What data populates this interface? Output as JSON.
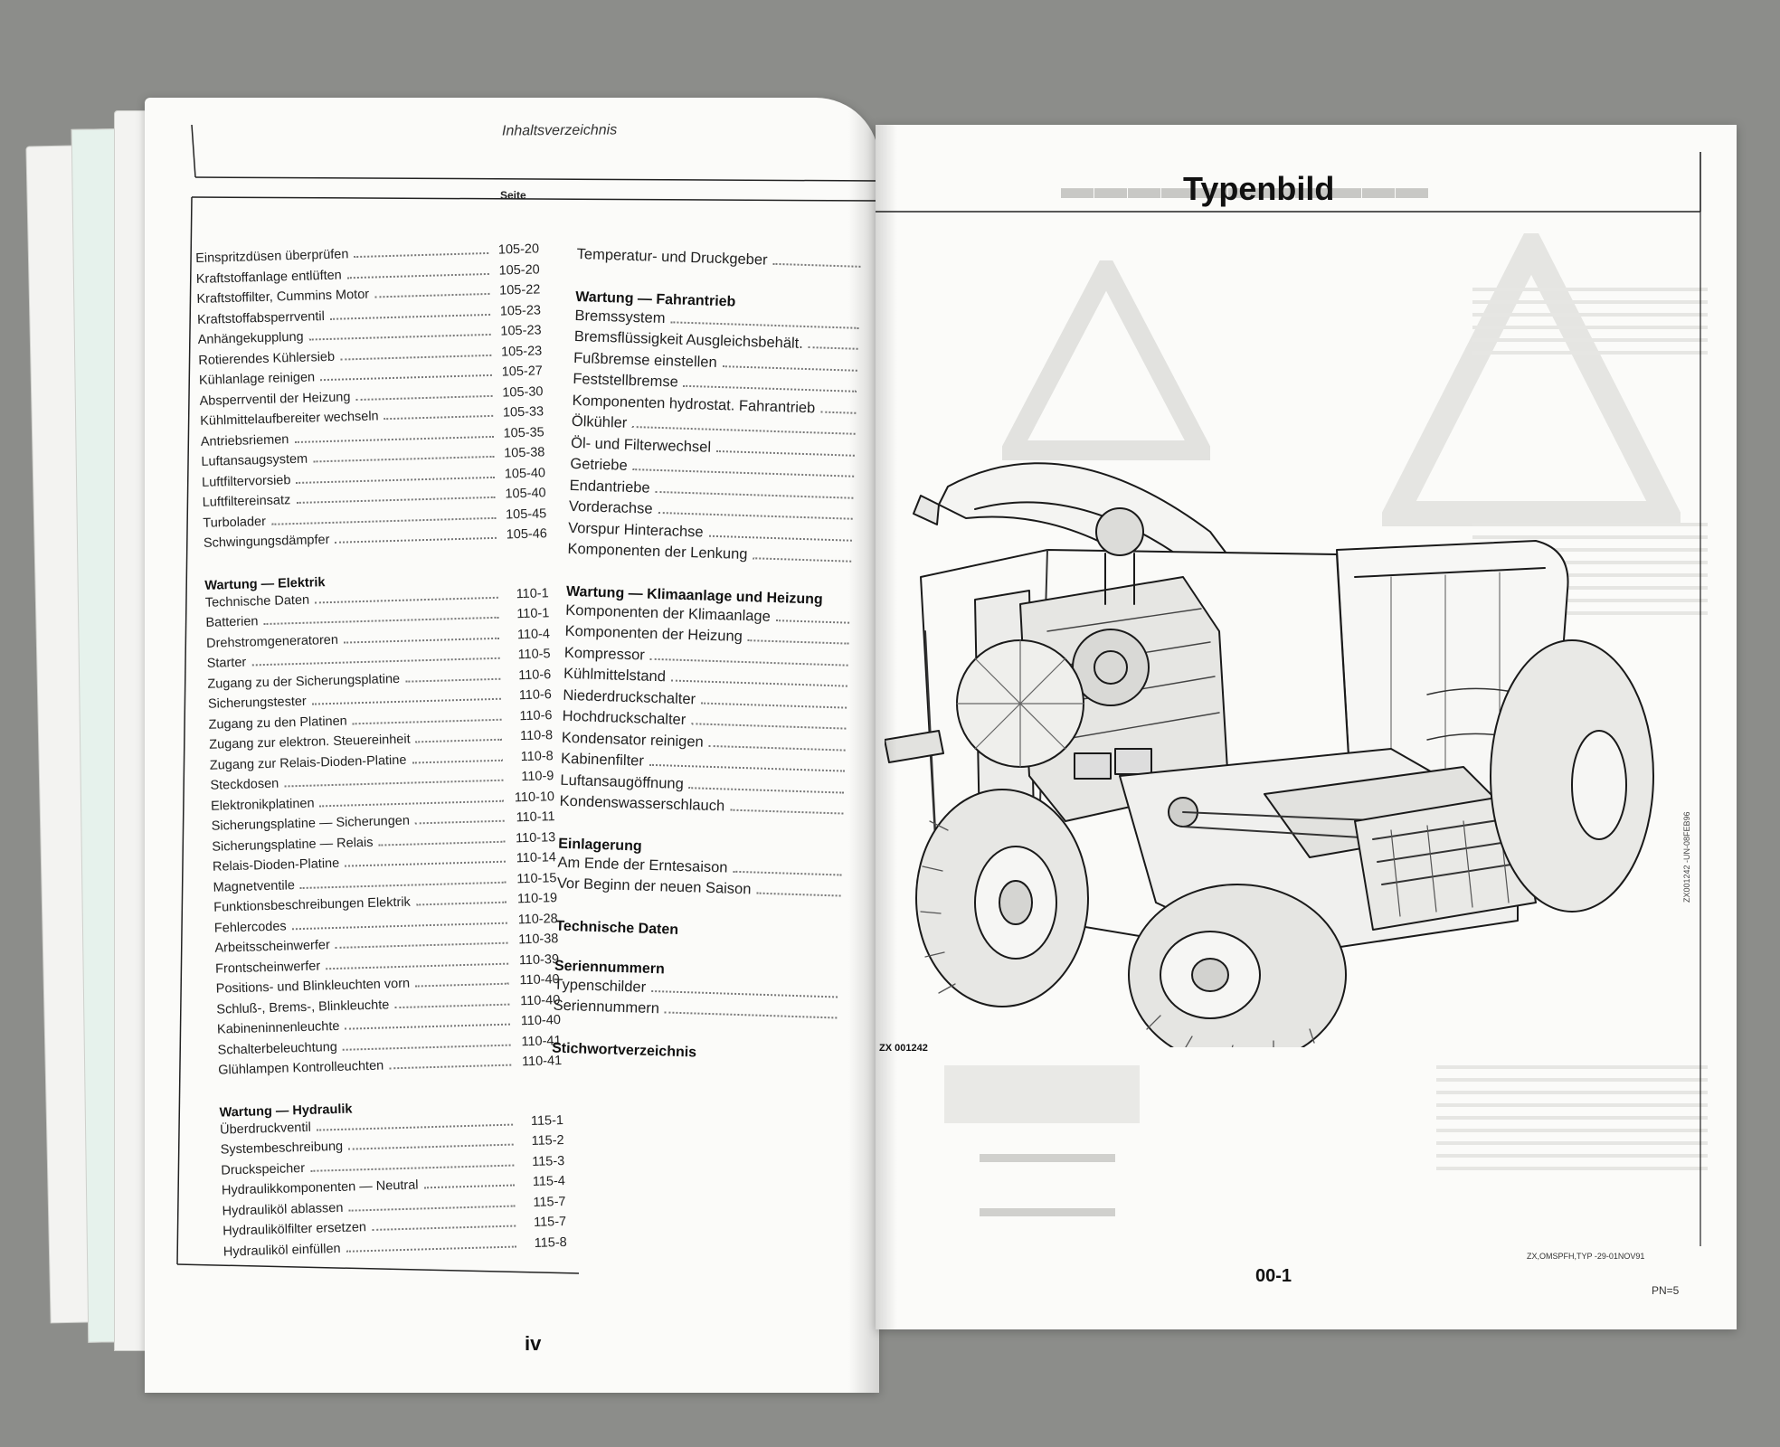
{
  "left_page": {
    "header": "Inhaltsverzeichnis",
    "column_header": "Seite",
    "footer_page": "iv",
    "column1": [
      {
        "title": "",
        "entries": [
          {
            "text": "Einspritzdüsen überprüfen",
            "page": "105-20"
          },
          {
            "text": "Kraftstoffanlage entlüften",
            "page": "105-20"
          },
          {
            "text": "Kraftstoffilter, Cummins Motor",
            "page": "105-22"
          },
          {
            "text": "Kraftstoffabsperrventil",
            "page": "105-23"
          },
          {
            "text": "Anhängekupplung",
            "page": "105-23"
          },
          {
            "text": "Rotierendes Kühlersieb",
            "page": "105-23"
          },
          {
            "text": "Kühlanlage reinigen",
            "page": "105-27"
          },
          {
            "text": "Absperrventil der Heizung",
            "page": "105-30"
          },
          {
            "text": "Kühlmittelaufbereiter wechseln",
            "page": "105-33"
          },
          {
            "text": "Antriebsriemen",
            "page": "105-35"
          },
          {
            "text": "Luftansaugsystem",
            "page": "105-38"
          },
          {
            "text": "Luftfiltervorsieb",
            "page": "105-40"
          },
          {
            "text": "Luftfiltereinsatz",
            "page": "105-40"
          },
          {
            "text": "Turbolader",
            "page": "105-45"
          },
          {
            "text": "Schwingungsdämpfer",
            "page": "105-46"
          }
        ]
      },
      {
        "title": "Wartung — Elektrik",
        "entries": [
          {
            "text": "Technische Daten",
            "page": "110-1"
          },
          {
            "text": "Batterien",
            "page": "110-1"
          },
          {
            "text": "Drehstromgeneratoren",
            "page": "110-4"
          },
          {
            "text": "Starter",
            "page": "110-5"
          },
          {
            "text": "Zugang zu der Sicherungsplatine",
            "page": "110-6"
          },
          {
            "text": "Sicherungstester",
            "page": "110-6"
          },
          {
            "text": "Zugang zu den Platinen",
            "page": "110-6"
          },
          {
            "text": "Zugang zur elektron. Steuereinheit",
            "page": "110-8"
          },
          {
            "text": "Zugang zur Relais-Dioden-Platine",
            "page": "110-8"
          },
          {
            "text": "Steckdosen",
            "page": "110-9"
          },
          {
            "text": "Elektronikplatinen",
            "page": "110-10"
          },
          {
            "text": "Sicherungsplatine — Sicherungen",
            "page": "110-11"
          },
          {
            "text": "Sicherungsplatine — Relais",
            "page": "110-13"
          },
          {
            "text": "Relais-Dioden-Platine",
            "page": "110-14"
          },
          {
            "text": "Magnetventile",
            "page": "110-15"
          },
          {
            "text": "Funktionsbeschreibungen Elektrik",
            "page": "110-19"
          },
          {
            "text": "Fehlercodes",
            "page": "110-28"
          },
          {
            "text": "Arbeitsscheinwerfer",
            "page": "110-38"
          },
          {
            "text": "Frontscheinwerfer",
            "page": "110-39"
          },
          {
            "text": "Positions- und Blinkleuchten vorn",
            "page": "110-40"
          },
          {
            "text": "Schluß-, Brems-, Blinkleuchte",
            "page": "110-40"
          },
          {
            "text": "Kabineninnenleuchte",
            "page": "110-40"
          },
          {
            "text": "Schalterbeleuchtung",
            "page": "110-41"
          },
          {
            "text": "Glühlampen Kontrolleuchten",
            "page": "110-41"
          }
        ]
      },
      {
        "title": "Wartung — Hydraulik",
        "entries": [
          {
            "text": "Überdruckventil",
            "page": "115-1"
          },
          {
            "text": "Systembeschreibung",
            "page": "115-2"
          },
          {
            "text": "Druckspeicher",
            "page": "115-3"
          },
          {
            "text": "Hydraulikkomponenten — Neutral",
            "page": "115-4"
          },
          {
            "text": "Hydrauliköl ablassen",
            "page": "115-7"
          },
          {
            "text": "Hydraulikölfilter ersetzen",
            "page": "115-7"
          },
          {
            "text": "Hydrauliköl einfüllen",
            "page": "115-8"
          }
        ]
      }
    ],
    "column2": [
      {
        "title": "",
        "entries": [
          {
            "text": "Temperatur- und Druckgeber"
          }
        ]
      },
      {
        "title": "Wartung — Fahrantrieb",
        "entries": [
          {
            "text": "Bremssystem"
          },
          {
            "text": "Bremsflüssigkeit Ausgleichsbehält."
          },
          {
            "text": "Fußbremse einstellen"
          },
          {
            "text": "Feststellbremse"
          },
          {
            "text": "Komponenten hydrostat. Fahrantrieb"
          },
          {
            "text": "Ölkühler"
          },
          {
            "text": "Öl- und Filterwechsel"
          },
          {
            "text": "Getriebe"
          },
          {
            "text": "Endantriebe"
          },
          {
            "text": "Vorderachse"
          },
          {
            "text": "Vorspur Hinterachse"
          },
          {
            "text": "Komponenten der Lenkung"
          }
        ]
      },
      {
        "title": "Wartung — Klimaanlage und Heizung",
        "entries": [
          {
            "text": "Komponenten der Klimaanlage"
          },
          {
            "text": "Komponenten der Heizung"
          },
          {
            "text": "Kompressor"
          },
          {
            "text": "Kühlmittelstand"
          },
          {
            "text": "Niederdruckschalter"
          },
          {
            "text": "Hochdruckschalter"
          },
          {
            "text": "Kondensator reinigen"
          },
          {
            "text": "Kabinenfilter"
          },
          {
            "text": "Luftansaugöffnung"
          },
          {
            "text": "Kondenswasserschlauch"
          }
        ]
      },
      {
        "title": "Einlagerung",
        "entries": [
          {
            "text": "Am Ende der Erntesaison"
          },
          {
            "text": "Vor Beginn der neuen Saison"
          }
        ]
      },
      {
        "title": "Technische Daten",
        "entries": []
      },
      {
        "title": "Seriennummern",
        "entries": [
          {
            "text": "Typenschilder"
          },
          {
            "text": "Seriennummern"
          }
        ]
      },
      {
        "title": "Stichwortverzeichnis",
        "entries": []
      }
    ]
  },
  "right_page": {
    "title": "Typenbild",
    "figure_code": "ZX 001242",
    "vertical_code": "ZX001242 -UN-08FEB96",
    "footer_code": "ZX,OMSPFH,TYP -29-01NOV91",
    "footer_page": "00-1",
    "footer_pn": "PN=5"
  },
  "colors": {
    "paper": "#fbfbf9",
    "background": "#8c8d8a",
    "ink": "#111111",
    "mint_edge": "#d9ece4"
  }
}
